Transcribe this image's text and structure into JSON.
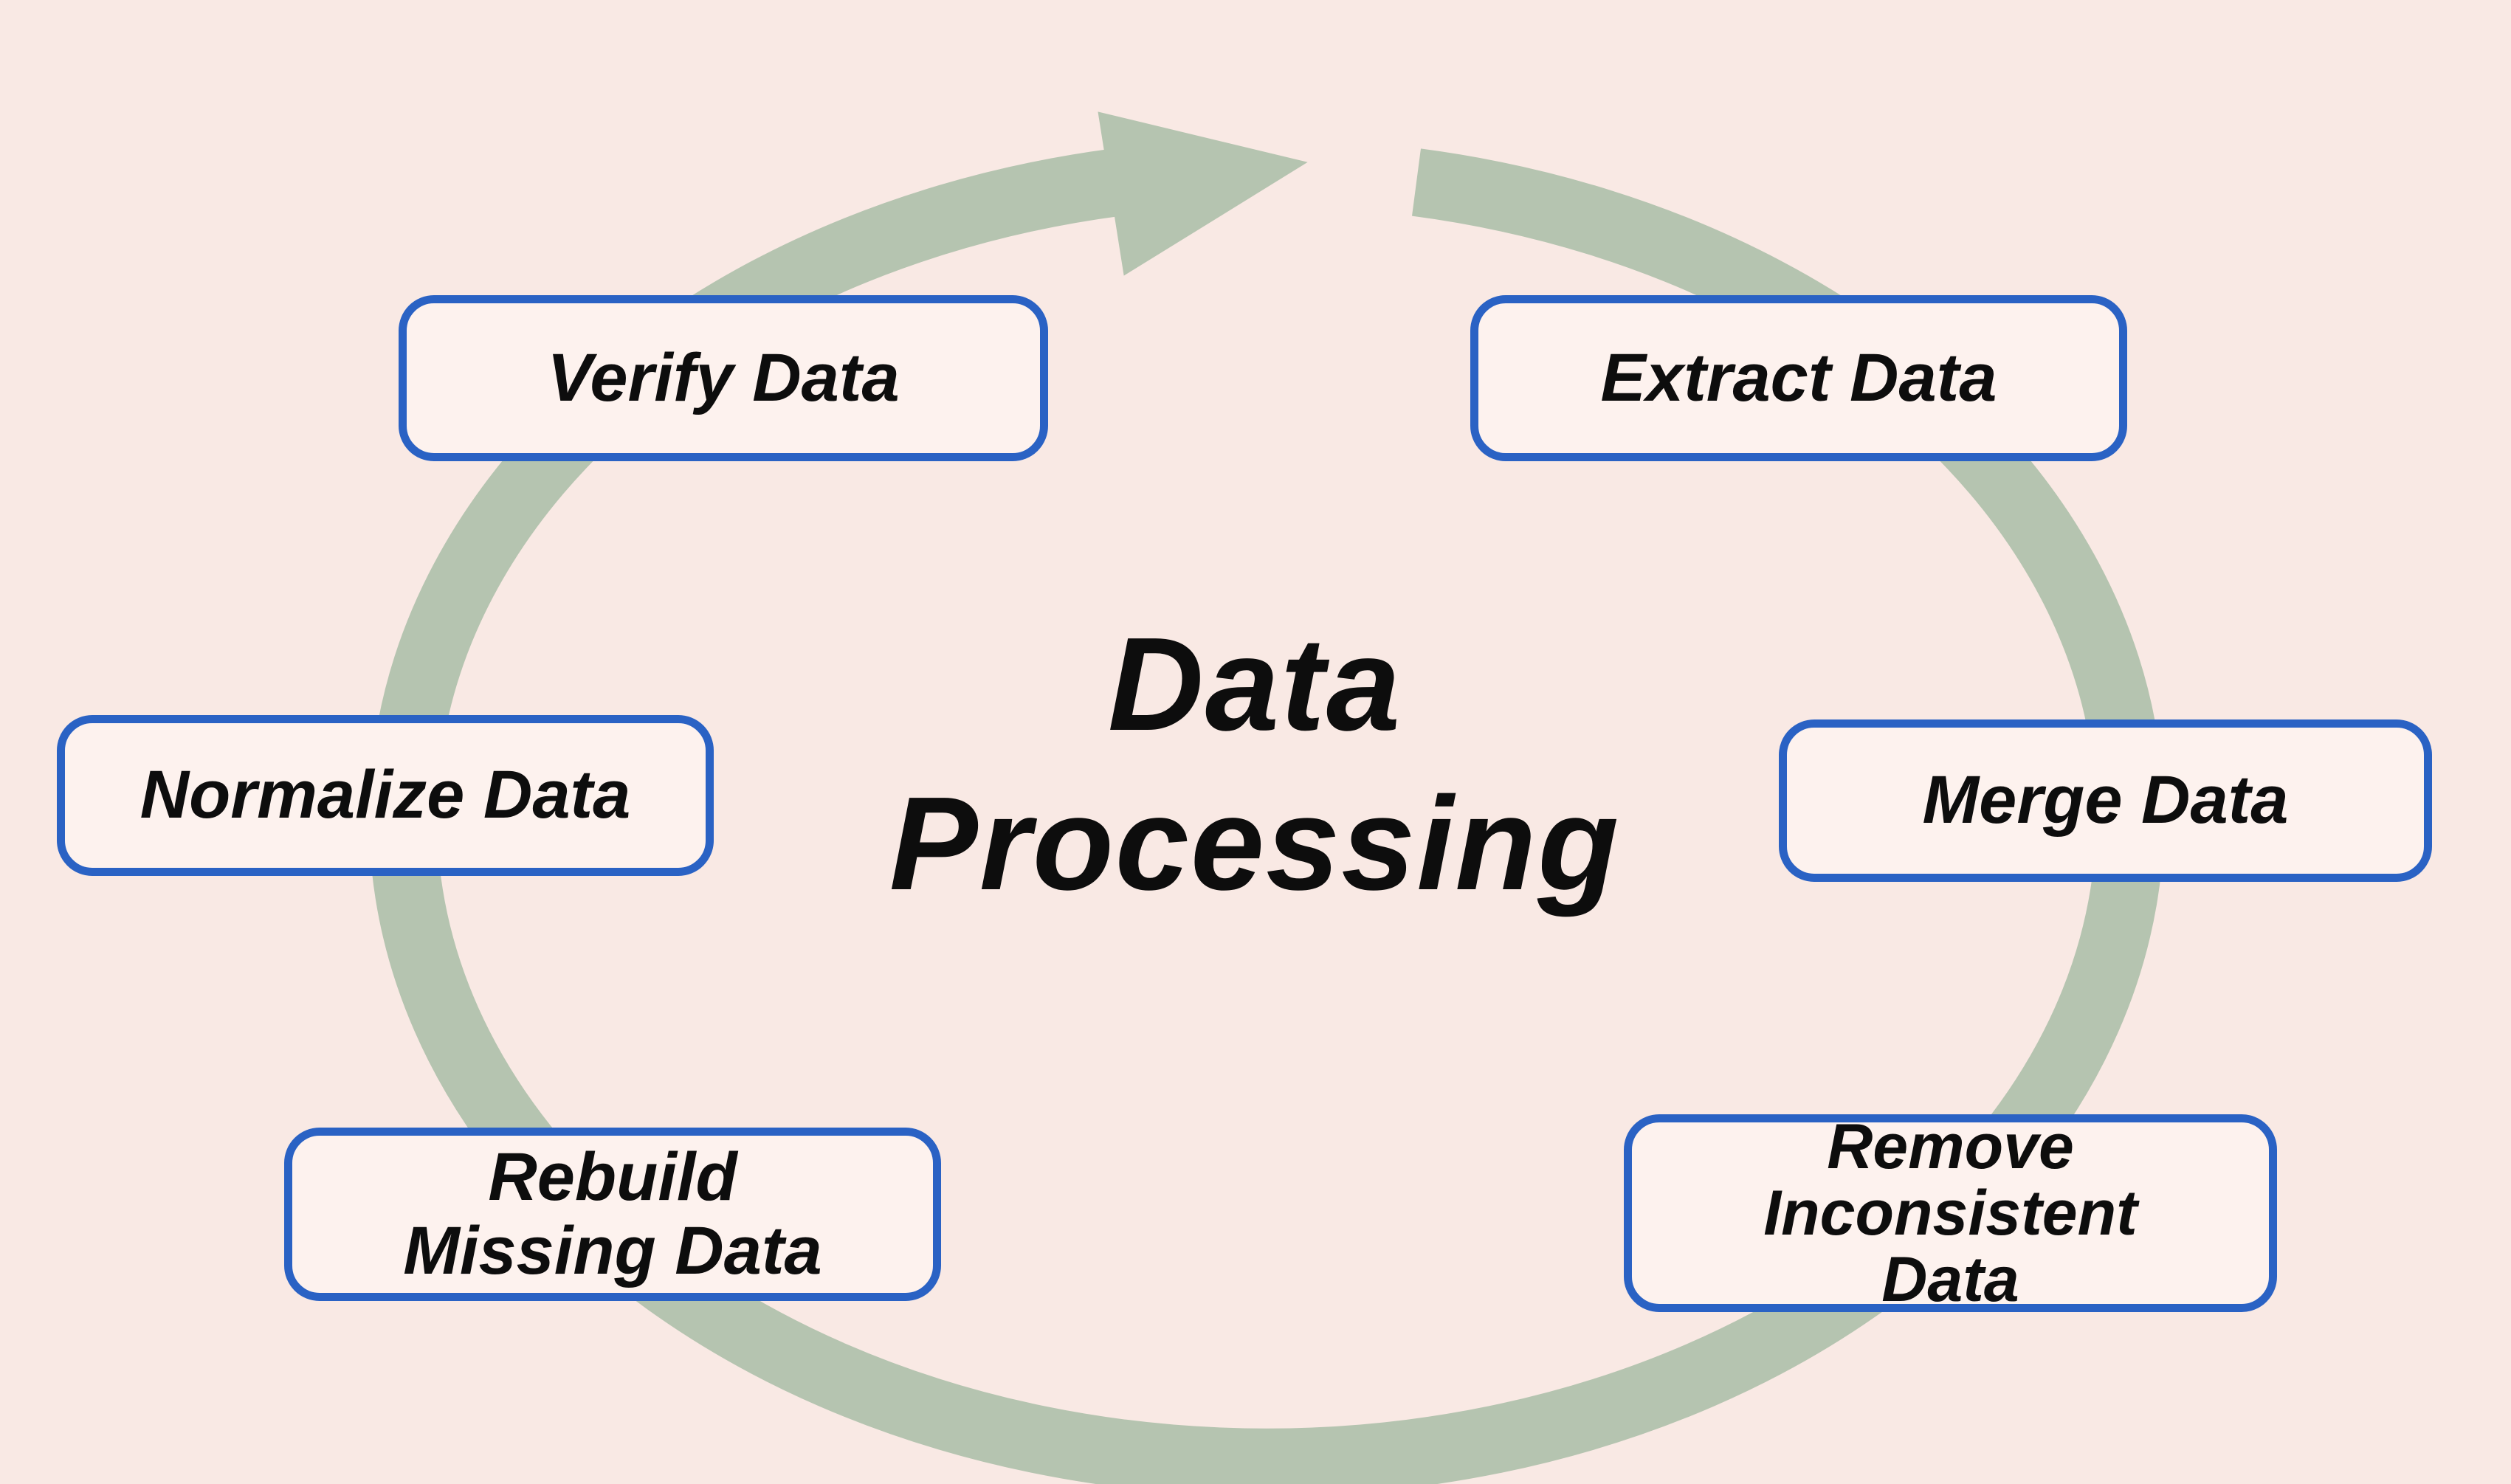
{
  "diagram": {
    "title_line1": "Data",
    "title_line2": "Processing",
    "nodes": [
      {
        "id": "verify",
        "label": "Verify Data"
      },
      {
        "id": "extract",
        "label": "Extract Data"
      },
      {
        "id": "merge",
        "label": "Merge Data"
      },
      {
        "id": "remove-inconsistent",
        "label": "Remove\nInconsistent\nData"
      },
      {
        "id": "rebuild-missing",
        "label": "Rebuild\nMissing Data"
      },
      {
        "id": "normalize",
        "label": "Normalize Data"
      }
    ],
    "colors": {
      "background": "#f9e9e4",
      "cycle_arrow": "#b5c4b0",
      "box_border": "#2a62c4",
      "box_fill": "#fdf2ee",
      "text": "#0d0d0d"
    }
  }
}
